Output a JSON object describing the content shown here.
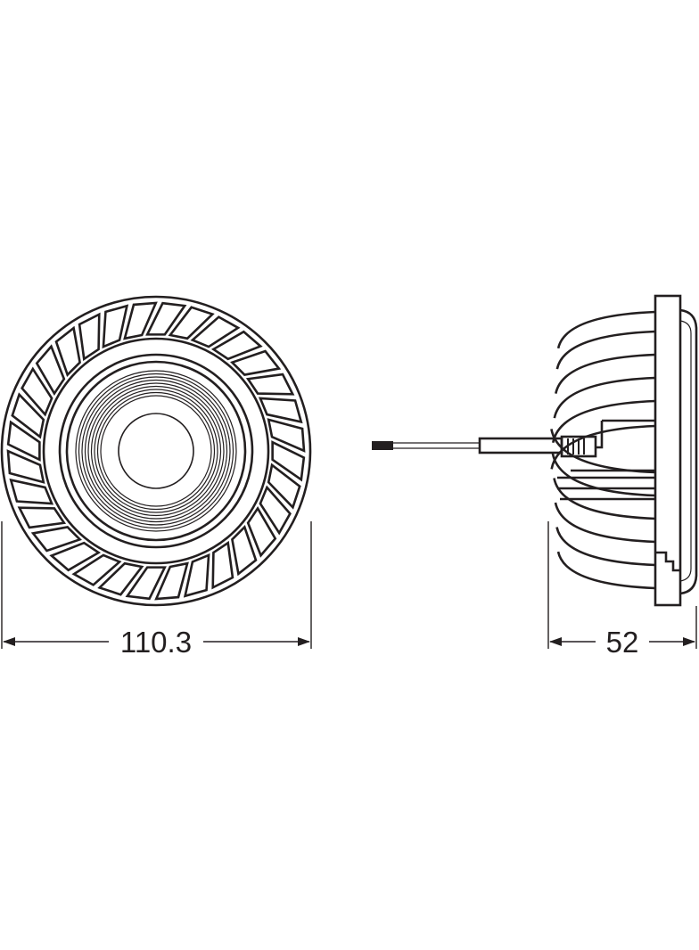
{
  "drawing": {
    "front_view": {
      "dimension_label": "110.3",
      "fin_count": 32
    },
    "side_view": {
      "dimension_label": "52"
    },
    "line_color": "#231f20",
    "background_color": "#ffffff"
  }
}
